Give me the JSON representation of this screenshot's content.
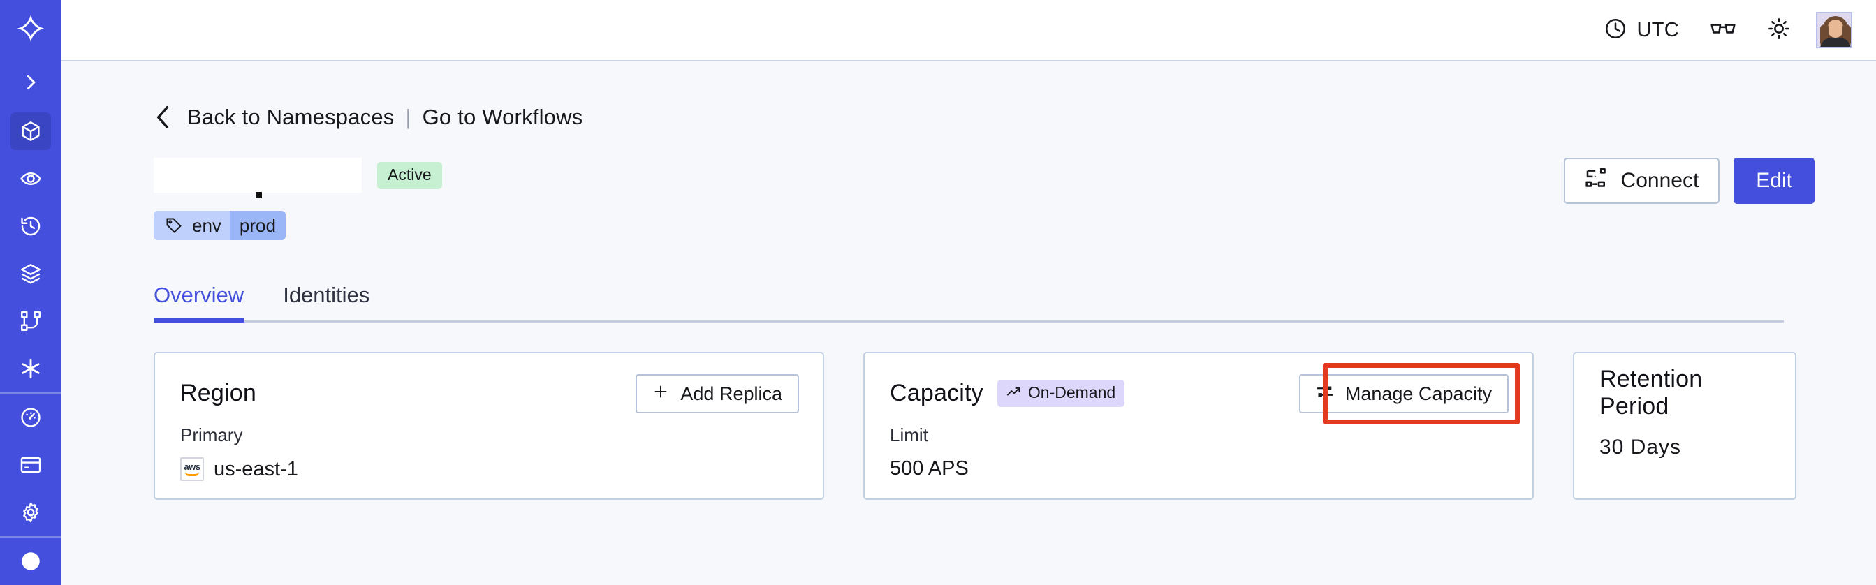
{
  "sidebar": {
    "items": [
      {
        "name": "logo",
        "icon": "temporal-logo-icon",
        "active": false
      },
      {
        "name": "expand",
        "icon": "chevron-right-icon",
        "active": false
      },
      {
        "name": "namespaces",
        "icon": "cube-icon",
        "active": true
      },
      {
        "name": "observability",
        "icon": "eye-icon",
        "active": false
      },
      {
        "name": "history",
        "icon": "clock-rewind-icon",
        "active": false
      },
      {
        "name": "layers",
        "icon": "layers-icon",
        "active": false
      },
      {
        "name": "workflows",
        "icon": "branch-icon",
        "active": false
      },
      {
        "name": "nexus",
        "icon": "asterisk-icon",
        "active": false
      },
      {
        "name": "usage",
        "icon": "gauge-icon",
        "active": false
      },
      {
        "name": "billing",
        "icon": "credit-card-icon",
        "active": false
      },
      {
        "name": "settings",
        "icon": "gear-icon",
        "active": false
      }
    ]
  },
  "topbar": {
    "timezone_label": "UTC",
    "timezone_icon": "clock-icon",
    "glasses_icon": "glasses-icon",
    "theme_icon": "sun-icon",
    "avatar_icon": "user-avatar"
  },
  "breadcrumb": {
    "back_icon": "chevron-left-icon",
    "back_label": "Back to Namespaces",
    "separator": "|",
    "forward_label": "Go to Workflows"
  },
  "header": {
    "namespace_title": "",
    "status_badge": "Active",
    "tag": {
      "icon": "tag-icon",
      "key": "env",
      "value": "prod"
    },
    "connect_label": "Connect",
    "connect_icon": "connect-icon",
    "edit_label": "Edit"
  },
  "tabs": [
    {
      "label": "Overview",
      "selected": true
    },
    {
      "label": "Identities",
      "selected": false
    }
  ],
  "cards": {
    "region": {
      "title": "Region",
      "action_label": "Add Replica",
      "action_icon": "plus-icon",
      "sub_label": "Primary",
      "provider_icon": "aws-icon",
      "provider_text": "aws",
      "value": "us-east-1"
    },
    "capacity": {
      "title": "Capacity",
      "badge_label": "On-Demand",
      "badge_icon": "trend-up-icon",
      "action_label": "Manage Capacity",
      "action_icon": "sliders-icon",
      "sub_label": "Limit",
      "value": "500 APS",
      "highlighted": true
    },
    "retention": {
      "title": "Retention Period",
      "value": "30 Days"
    }
  },
  "colors": {
    "brand": "#4450dd",
    "sidebar": "#4450dd",
    "page_bg": "#f7f8fb",
    "status_active_bg": "#c6f0d1",
    "tag_bg": "#bed0fb",
    "tag_value_bg": "#9ab6f7",
    "ondemand_bg": "#ddd7fb",
    "highlight_outline": "#e33a1f",
    "card_border": "#c2cfe4"
  }
}
